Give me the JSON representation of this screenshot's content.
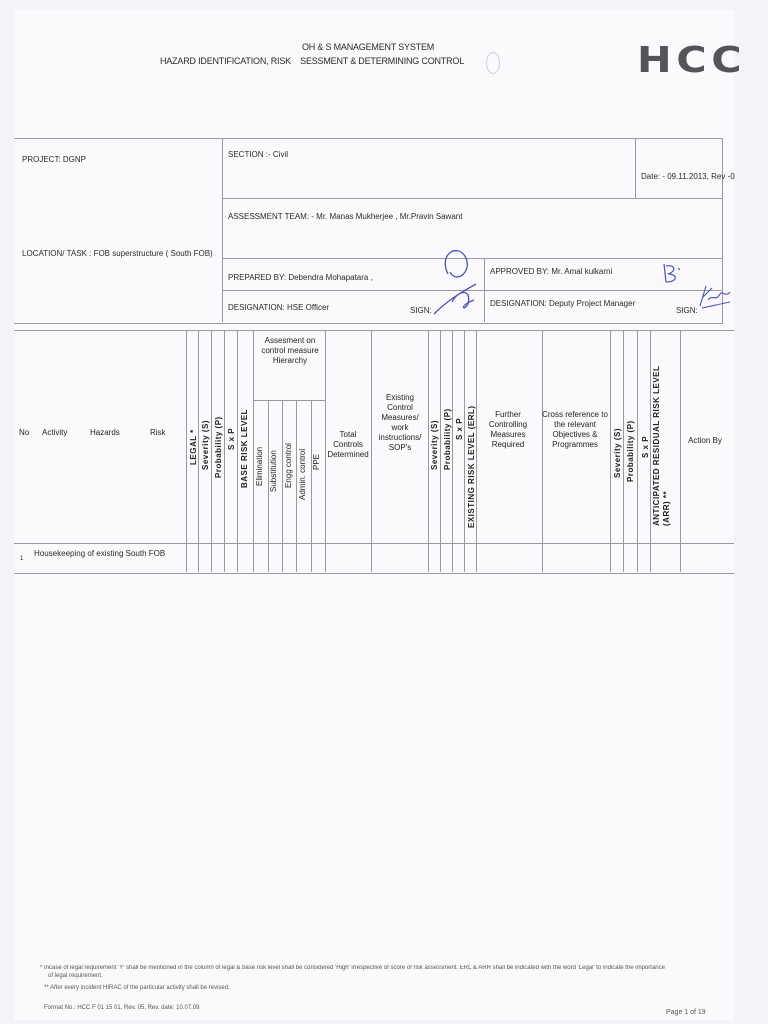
{
  "header": {
    "system": "OH & S MANAGEMENT SYSTEM",
    "title": "HAZARD IDENTIFICATION, RISK    SESSMENT & DETERMINING CONTROL",
    "logo_text": "HCC"
  },
  "info": {
    "project": "PROJECT: DGNP",
    "location": "LOCATION/ TASK : FOB superstructure ( South FOB)",
    "section": "SECTION :-  Civil",
    "date": "Date: - 09.11.2013, Rev -0",
    "assessment_team": "ASSESSMENT TEAM: -  Mr. Manas Mukherjee , Mr.Pravin Sawant",
    "prepared_by": "PREPARED BY: Debendra Mohapatara ,",
    "approved_by": "APPROVED BY: Mr. Amal kulkarni",
    "designation_left": "DESIGNATION: HSE Officer",
    "sign_left": "SIGN:",
    "designation_right": "DESIGNATION:  Deputy Project Manager",
    "sign_right": "SIGN:"
  },
  "columns": {
    "no": "No",
    "activity": "Activity",
    "hazards": "Hazards",
    "risk": "Risk",
    "legal": "LEGAL *",
    "severity": "Severity (S)",
    "probability": "Probability (P)",
    "sxp": "S x P",
    "base_risk": "BASE RISK LEVEL",
    "hierarchy": "Assesment on control measure Hierarchy",
    "elimination": "Elimination",
    "substitution": "Substitution",
    "engg": "Engg control",
    "admin": "Admin. control",
    "ppe": "PPE",
    "total_controls": "Total Controls Determined",
    "existing_controls": "Existing Control Measures/ work instructions/ SOP's",
    "severity2": "Severity (S)",
    "probability2": "Probability (P)",
    "sxp2": "S x P",
    "erl": "EXISTING RISK LEVEL (ERL)",
    "further": "Further Controlling Measures Required",
    "crossref": "Cross reference to the relevant Objectives & Programmes",
    "severity3": "Severity (S)",
    "probability3": "Probability (P)",
    "sxp3": "S x P",
    "arr": "ANTICIPATED RESIDUAL RISK LEVEL (ARR) **",
    "action_by": "Action By"
  },
  "rows": [
    {
      "no": "1",
      "activity": "Housekeeping  of existing South FOB"
    }
  ],
  "footer": {
    "note1": "* Incase of legal requirement 'Y' shall be mentioned in the column of legal & base risk level shall be considered 'High' irrespective of score of risk assessment. ERL & ARR shall be indicated with the word 'Legal' to indicate the importance",
    "note1b": "of legal requirement.",
    "note2": "** After every incident HIRAC of the particular activity shall be revised.",
    "format": "Format No.: HCC F 01 15 01, Rev. 05, Rev. date: 10.07.09",
    "page": "Page 1 of 19"
  }
}
